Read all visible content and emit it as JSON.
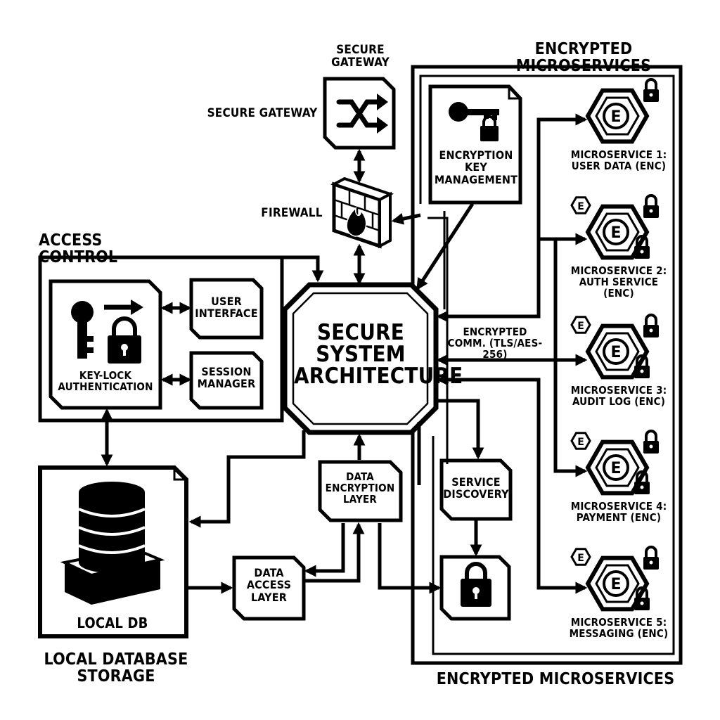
{
  "headings": {
    "access_control": "ACCESS CONTROL",
    "encrypted_microservices_top": "ENCRYPTED MICROSERVICES",
    "encrypted_microservices_bottom": "ENCRYPTED MICROSERVICES",
    "local_database_storage": "LOCAL DATABASE STORAGE"
  },
  "gateway": {
    "top_label": "SECURE GATEWAY",
    "side_label": "SECURE GATEWAY",
    "icon": "shuffle-icon"
  },
  "firewall": {
    "label": "FIREWALL",
    "icon": "firewall-icon"
  },
  "key_management": {
    "label": "ENCRYPTION KEY MANAGEMENT",
    "icon": "key-lock-icon"
  },
  "core": {
    "label": "SECURE SYSTEM ARCHITECTURE"
  },
  "access": {
    "key_lock": "KEY-LOCK AUTHENTICATION",
    "user_interface": "USER INTERFACE",
    "session_manager": "SESSION MANAGER"
  },
  "comm_label": "ENCRYPTED COMM. (TLS/AES-256)",
  "data_encryption_layer": "DATA ENCRYPTION LAYER",
  "data_access_layer": "DATA ACCESS LAYER",
  "local_db": "LOCAL DB",
  "service_discovery": "SERVICE DISCOVERY",
  "microservices": [
    {
      "label": "MICROSERVICE 1: USER DATA (ENC)",
      "badge": "E"
    },
    {
      "label": "MICROSERVICE 2: AUTH SERVICE (ENC)",
      "badge": "E"
    },
    {
      "label": "MICROSERVICE 3: AUDIT LOG (ENC)",
      "badge": "E"
    },
    {
      "label": "MICROSERVICE 4: PAYMENT (ENC)",
      "badge": "E"
    },
    {
      "label": "MICROSERVICE 5: MESSAGING (ENC)",
      "badge": "E"
    }
  ],
  "colors": {
    "ink": "#000000",
    "paper": "#ffffff"
  }
}
